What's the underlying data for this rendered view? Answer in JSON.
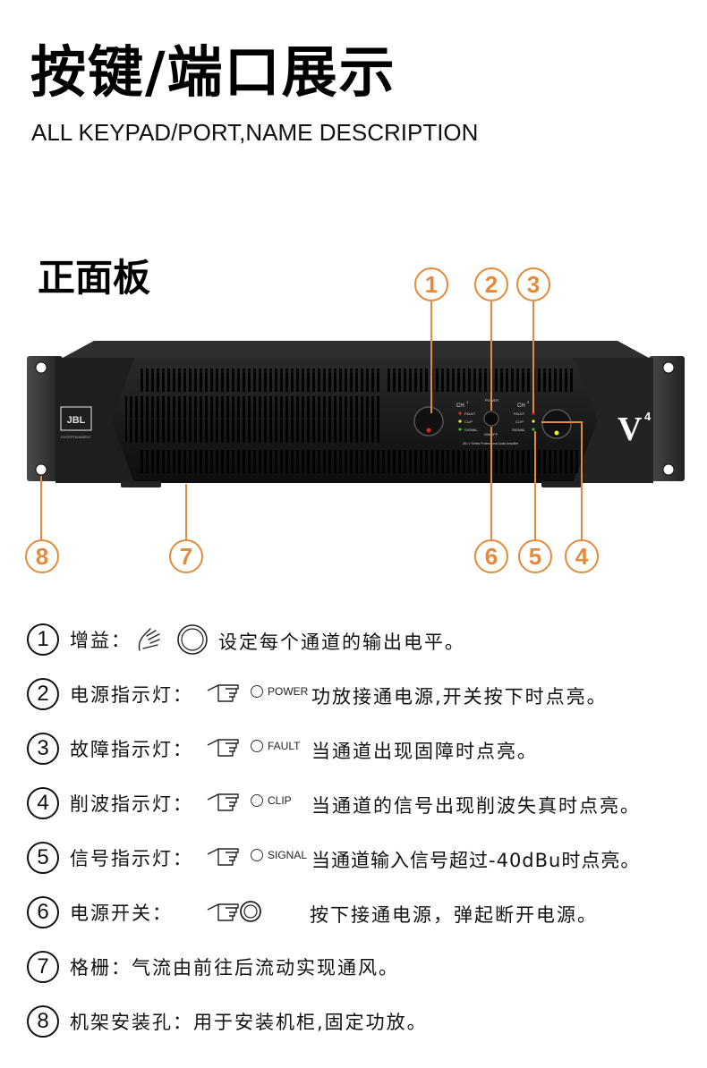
{
  "header": {
    "title": "按键/端口展示",
    "subtitle": "ALL KEYPAD/PORT,NAME DESCRIPTION"
  },
  "section": {
    "title": "正面板"
  },
  "device": {
    "brand": "JBL",
    "brand_sub": "ENTERTAINMENT",
    "model": "V",
    "model_sup": "4",
    "ch1": "CH",
    "ch1_sup": "1",
    "ch2": "CH",
    "ch2_sup": "2",
    "power": "POWER",
    "onoff": "ON/OFF",
    "fault": "FAULT",
    "clip": "CLIP",
    "signal": "SIGNAL",
    "series_text": "JBL V Series Professional Audio Amplifier",
    "accent_color": "#e48a3a"
  },
  "callouts": [
    "1",
    "2",
    "3",
    "4",
    "5",
    "6",
    "7",
    "8"
  ],
  "items": [
    {
      "num": "1",
      "label": "增益：",
      "indicator": "",
      "desc": "设定每个通道的输出电平。"
    },
    {
      "num": "2",
      "label": "电源指示灯：",
      "indicator": "POWER",
      "desc": "功放接通电源,开关按下时点亮。"
    },
    {
      "num": "3",
      "label": "故障指示灯：",
      "indicator": "FAULT",
      "desc": "当通道出现固障时点亮。"
    },
    {
      "num": "4",
      "label": "削波指示灯：",
      "indicator": "CLIP",
      "desc": "当通道的信号出现削波失真时点亮。"
    },
    {
      "num": "5",
      "label": "信号指示灯：",
      "indicator": "SIGNAL",
      "desc": "当通道输入信号超过-40dBu时点亮。"
    },
    {
      "num": "6",
      "label": "电源开关：",
      "indicator": "",
      "desc": "按下接通电源，弹起断开电源。"
    },
    {
      "num": "7",
      "label": "格栅：",
      "indicator": "",
      "desc": "气流由前往后流动实现通风。"
    },
    {
      "num": "8",
      "label": "机架安装孔：",
      "indicator": "",
      "desc": "用于安装机柜,固定功放。"
    }
  ]
}
